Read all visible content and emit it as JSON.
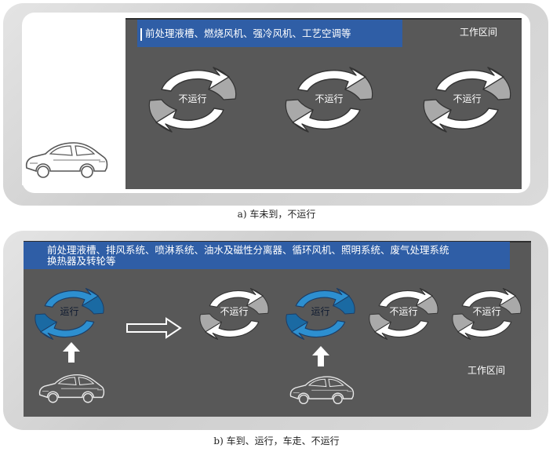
{
  "panel_a": {
    "banner_text": "前处理液槽、燃烧风机、强冷风机、工艺空调等",
    "work_zone_label": "工作区间",
    "cycles": [
      {
        "label": "不运行",
        "state": "off"
      },
      {
        "label": "不运行",
        "state": "off"
      },
      {
        "label": "不运行",
        "state": "off"
      }
    ],
    "caption": "a) 车未到，不运行"
  },
  "panel_b": {
    "banner_line1": "前处理液槽、排风系统、喷淋系统、油水及磁性分离器、循环风机、照明系统、废气处理系统",
    "banner_line2": "换热器及转轮等",
    "work_zone_label": "工作区间",
    "cycles": [
      {
        "label": "运行",
        "state": "on"
      },
      {
        "label": "不运行",
        "state": "off"
      },
      {
        "label": "运行",
        "state": "on"
      },
      {
        "label": "不运行",
        "state": "off"
      },
      {
        "label": "不运行",
        "state": "off"
      }
    ],
    "caption": "b) 车到、运行，车走、不运行"
  },
  "colors": {
    "panel_bg": "#585858",
    "banner_bg": "#2f5ea6",
    "running_blue": "#2d8fd0",
    "running_dark": "#1a6aa3",
    "stopped_white": "#ffffff",
    "stopped_grey": "#a9a9a9"
  },
  "icons": [
    "car-icon",
    "cycle-arrows-icon",
    "up-arrow-icon",
    "right-arrow-icon"
  ]
}
